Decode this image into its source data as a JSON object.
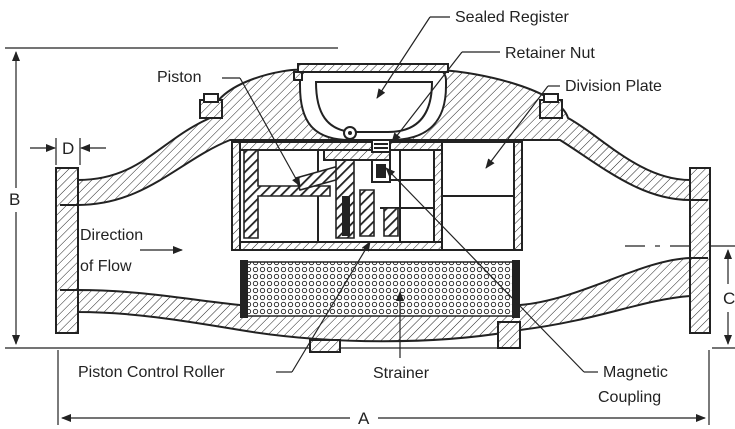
{
  "labels": {
    "sealed_register": "Sealed Register",
    "retainer_nut": "Retainer Nut",
    "piston": "Piston",
    "division_plate": "Division Plate",
    "direction_line1": "Direction",
    "direction_line2": "of Flow",
    "piston_control_roller": "Piston Control Roller",
    "strainer": "Strainer",
    "magnetic_line1": "Magnetic",
    "magnetic_line2": "Coupling"
  },
  "dimensions": {
    "a": "A",
    "b": "B",
    "c": "C",
    "d": "D"
  },
  "colors": {
    "ink": "#222222",
    "background": "#ffffff"
  }
}
